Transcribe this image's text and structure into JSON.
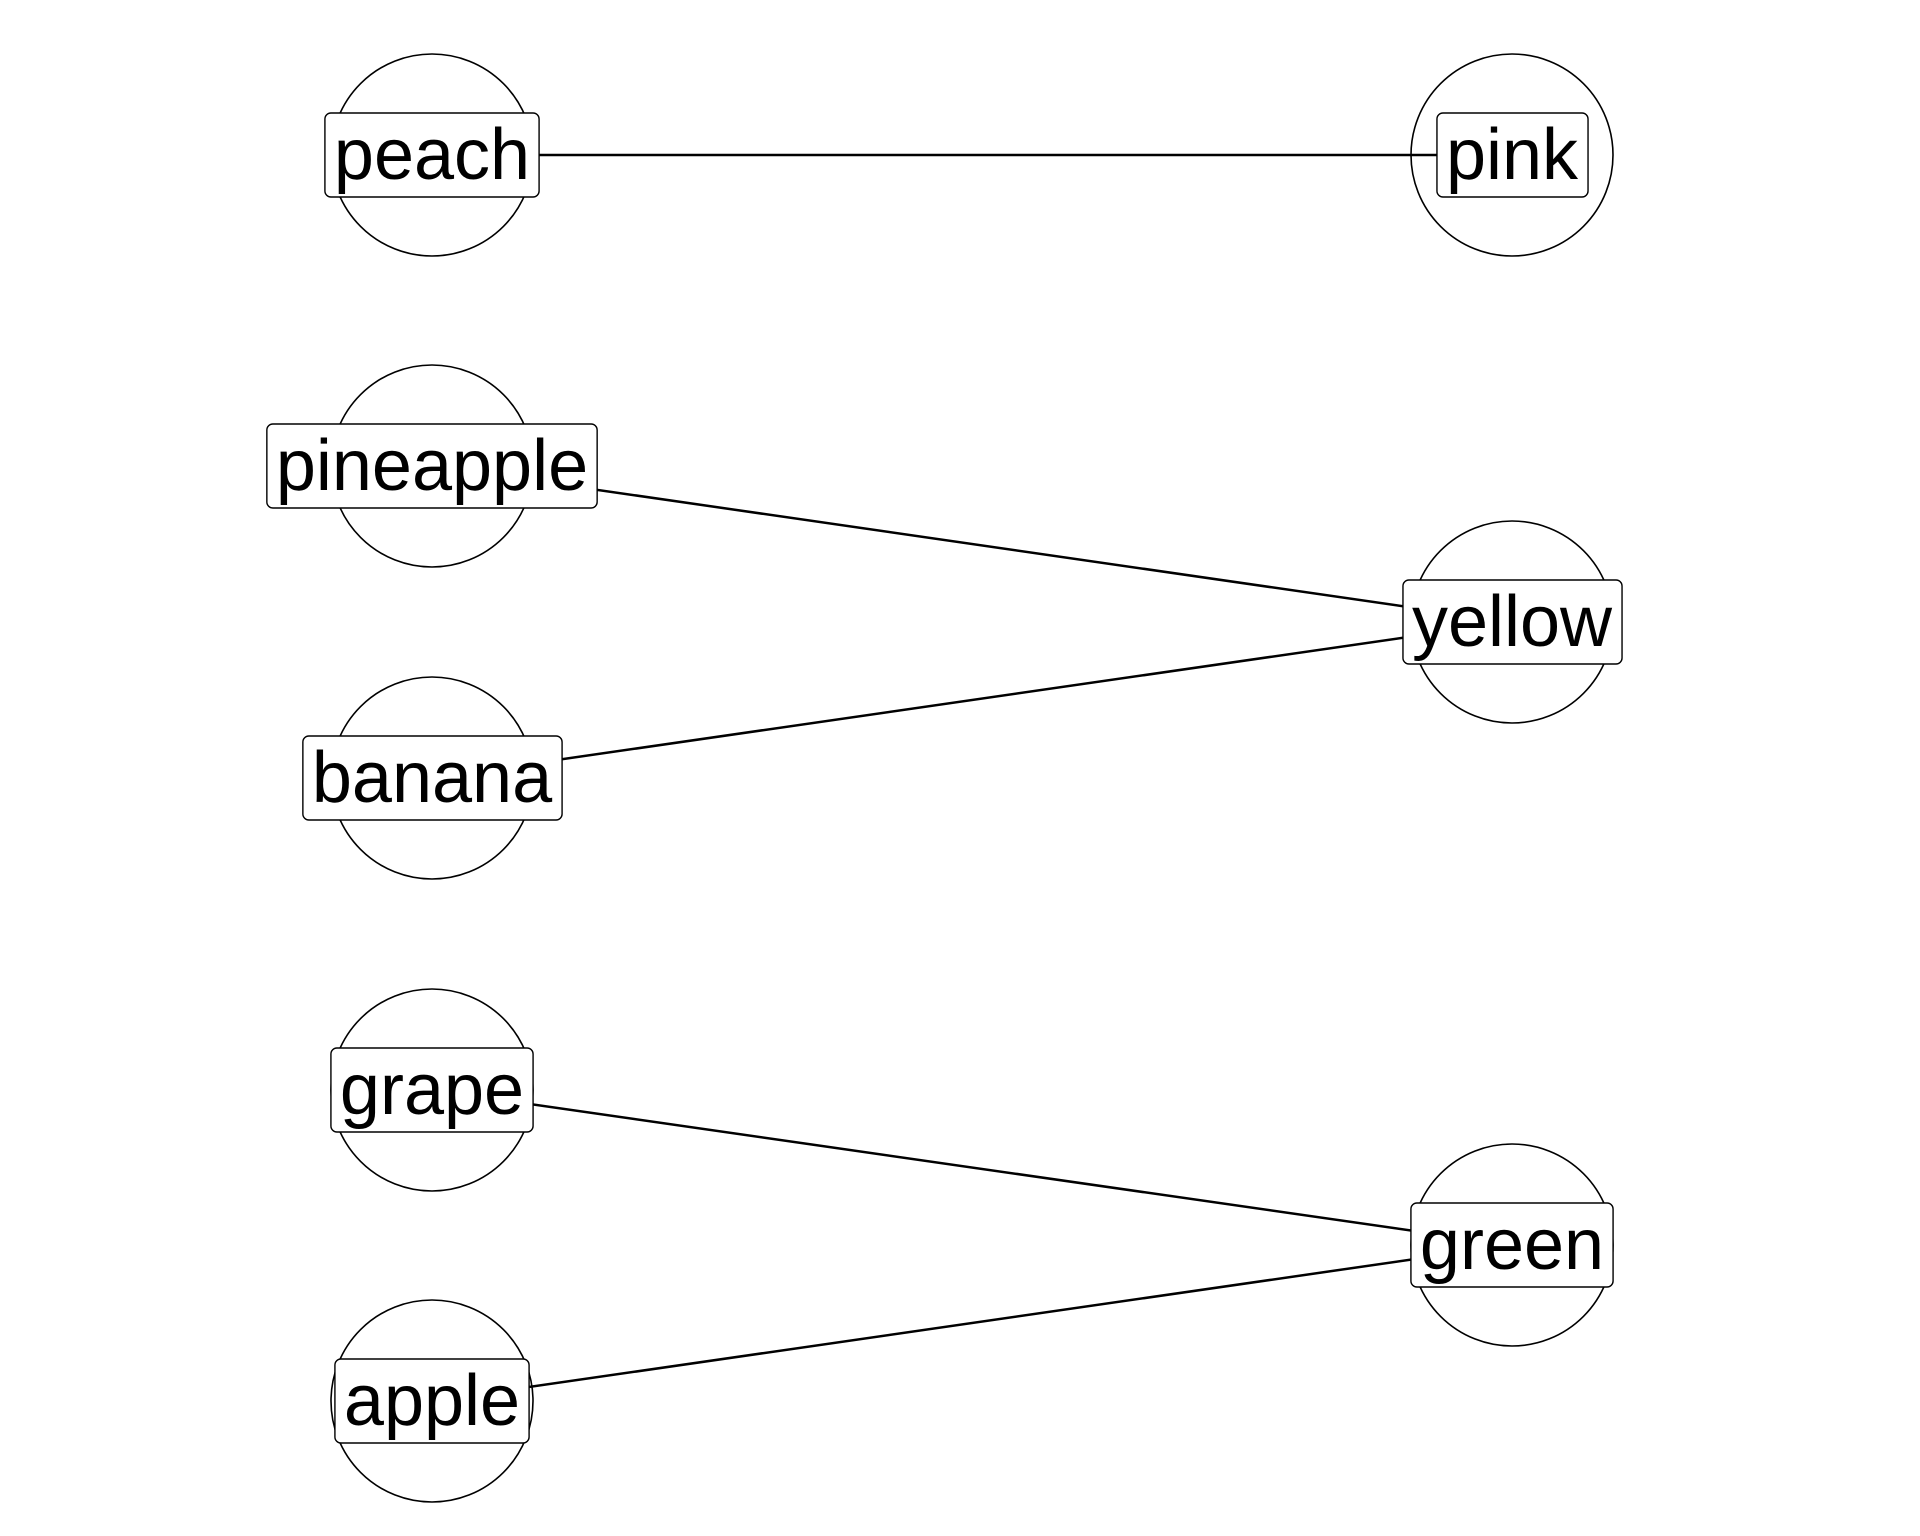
{
  "graph": {
    "nodes": [
      {
        "id": "peach",
        "label": "peach",
        "side": "left"
      },
      {
        "id": "pineapple",
        "label": "pineapple",
        "side": "left"
      },
      {
        "id": "banana",
        "label": "banana",
        "side": "left"
      },
      {
        "id": "grape",
        "label": "grape",
        "side": "left"
      },
      {
        "id": "apple",
        "label": "apple",
        "side": "left"
      },
      {
        "id": "pink",
        "label": "pink",
        "side": "right"
      },
      {
        "id": "yellow",
        "label": "yellow",
        "side": "right"
      },
      {
        "id": "green",
        "label": "green",
        "side": "right"
      }
    ],
    "edges": [
      {
        "from": "peach",
        "to": "pink"
      },
      {
        "from": "pineapple",
        "to": "yellow"
      },
      {
        "from": "banana",
        "to": "yellow"
      },
      {
        "from": "grape",
        "to": "green"
      },
      {
        "from": "apple",
        "to": "green"
      }
    ],
    "colors": {
      "stroke": "#000000",
      "background": "#ffffff"
    }
  }
}
